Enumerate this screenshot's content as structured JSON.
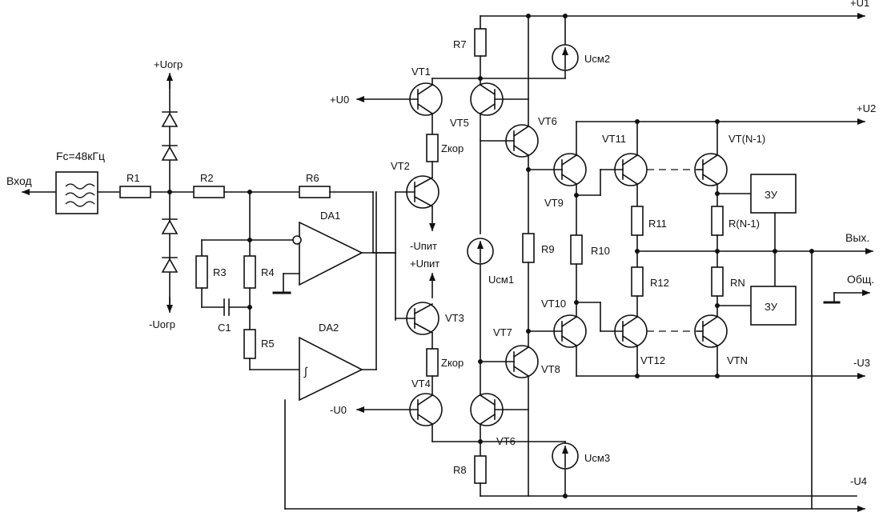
{
  "labels": {
    "input": "Вход",
    "filter_freq": "Fc=48кГц",
    "u_ogr_pos": "+Uогр",
    "u_ogr_neg": "-Uогр",
    "r1": "R1",
    "r2": "R2",
    "r3": "R3",
    "r4": "R4",
    "r5": "R5",
    "r6": "R6",
    "r7": "R7",
    "r8": "R8",
    "r9": "R9",
    "r10": "R10",
    "r11": "R11",
    "r12": "R12",
    "rn1": "R(N-1)",
    "rn": "RN",
    "c1": "C1",
    "da1": "DA1",
    "da2": "DA2",
    "vt1": "VT1",
    "vt2": "VT2",
    "vt3": "VT3",
    "vt4": "VT4",
    "vt5": "VT5",
    "vt6_top": "VT6",
    "vt6_bottom": "VT6",
    "vt7": "VT7",
    "vt8": "VT8",
    "vt9": "VT9",
    "vt10": "VT10",
    "vt11": "VT11",
    "vt12": "VT12",
    "vtn1": "VT(N-1)",
    "vtn": "VTN",
    "zkor_top": "Zкор",
    "zkor_bottom": "Zкор",
    "u0_pos": "+U0",
    "u0_neg": "-U0",
    "upit_neg": "-Uпит",
    "upit_pos": "+Uпит",
    "ucm1": "Uсм1",
    "ucm2": "Uсм2",
    "ucm3": "Uсм3",
    "u1": "+U1",
    "u2": "+U2",
    "u3": "-U3",
    "u4": "-U4",
    "output": "Вых.",
    "common": "Общ.",
    "zu_top": "ЗУ",
    "zu_bottom": "ЗУ"
  }
}
